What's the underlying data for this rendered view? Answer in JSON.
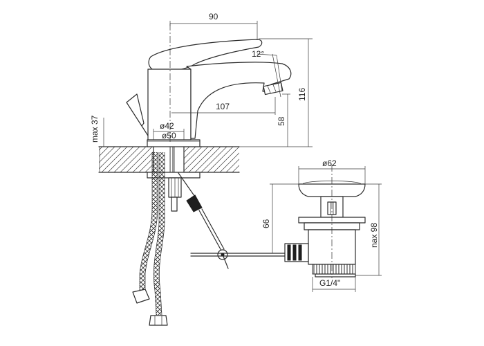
{
  "dimensions": {
    "spout_width": "90",
    "spout_angle": "12°",
    "spout_reach": "107",
    "outlet_height": "58",
    "total_height": "116",
    "max_deck": "max 37",
    "hole_dia_inner": "ø42",
    "hole_dia_outer": "ø50",
    "waste_dia": "ø62",
    "waste_height": "66",
    "waste_max": "nax 98",
    "thread": "G1/4\""
  }
}
